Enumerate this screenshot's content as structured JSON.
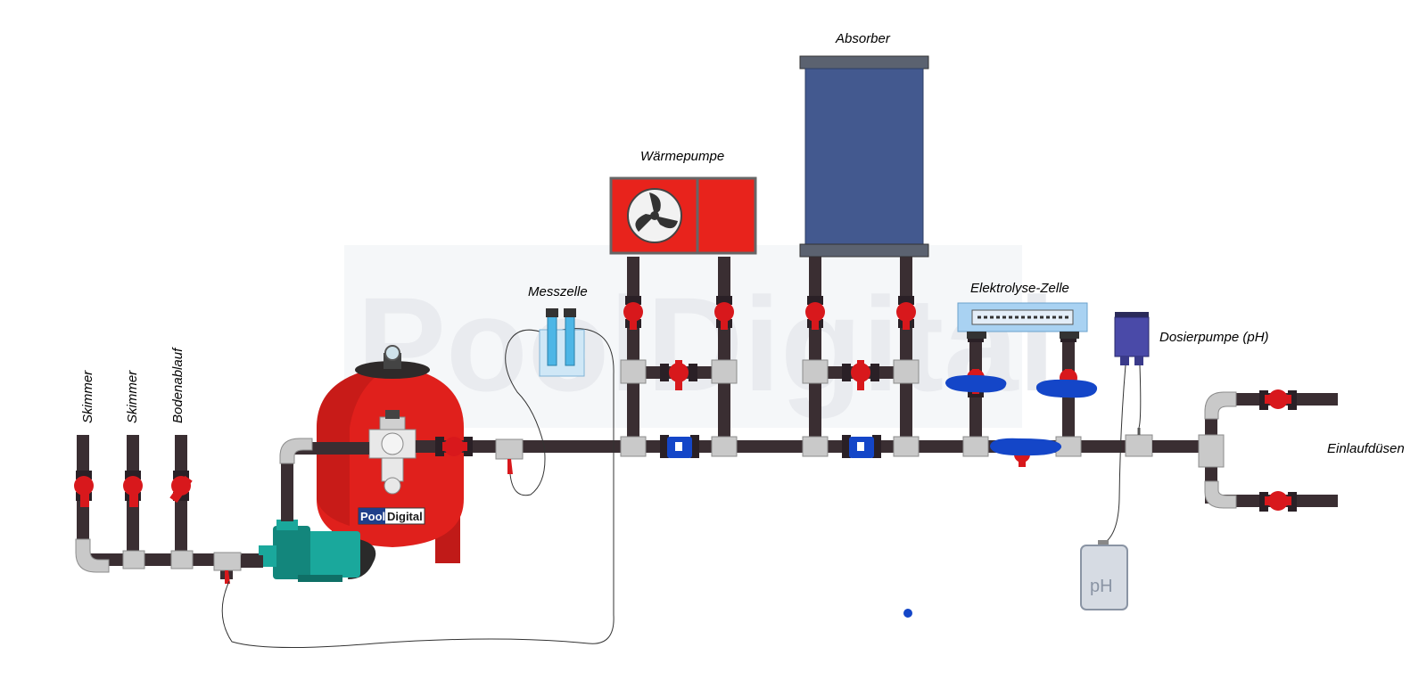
{
  "watermark": "PoolDigital",
  "labels": {
    "skimmer_1": "Skimmer",
    "skimmer_2": "Skimmer",
    "bodenablauf": "Bodenablauf",
    "messzelle": "Messzelle",
    "waermepumpe": "Wärmepumpe",
    "absorber": "Absorber",
    "elektrolyse": "Elektrolyse-Zelle",
    "dosierpumpe": "Dosierpumpe (pH)",
    "einlaufduesen": "Einlaufdüsen"
  },
  "filter_logo": {
    "part1": "Pool",
    "part2": "Digital"
  },
  "canister_label": "pH",
  "colors": {
    "pipe": "#3a2e32",
    "fitting": "#c9c9c9",
    "filter": "#e0201c",
    "pump": "#1aa89c",
    "absorber": "#43598f",
    "heatpump": "#e8231c",
    "valve_red": "#d8181c",
    "flow_blue": "#1446c8",
    "dosing_pump": "#4a4aa8"
  }
}
